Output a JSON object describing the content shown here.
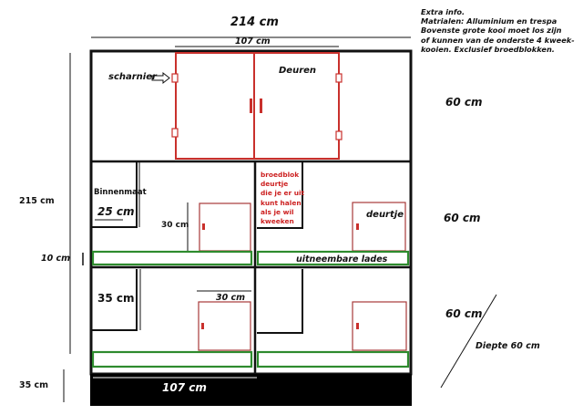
{
  "notes": {
    "title": "Extra info.",
    "lines": [
      "Matrialen: Alluminium en trespa",
      "Bovenste grote kooi moet los zijn",
      "of kunnen van de onderste 4 kweek-",
      "kooien. Exclusief broedblokken."
    ]
  },
  "labels": {
    "total_width": "214 cm",
    "door_width": "107 cm",
    "scharnier": "scharnier",
    "deuren": "Deuren",
    "height_top": "60 cm",
    "height_mid": "60 cm",
    "height_bottom": "60 cm",
    "total_height": "215 cm",
    "drawer_height": "10 cm",
    "plinth_height": "35 cm",
    "binnenmaat": "Binnenmaat",
    "inner_25": "25 cm",
    "inner_30_top": "30 cm",
    "inner_35": "35 cm",
    "inner_30_bottom": "30 cm",
    "deurtje": "deurtje",
    "lades": "uitneembare lades",
    "base_width": "107 cm",
    "depth": "Diepte 60 cm"
  },
  "broedblok_lines": [
    "broedblok",
    "deurtje",
    "die je er uit",
    "kunt halen",
    "als je wil",
    "kweeken"
  ],
  "colors": {
    "frame": "#111111",
    "door": "#c9302c",
    "small_door": "#a83a3a",
    "drawer": "#2e8b2e",
    "base": "#000000"
  }
}
